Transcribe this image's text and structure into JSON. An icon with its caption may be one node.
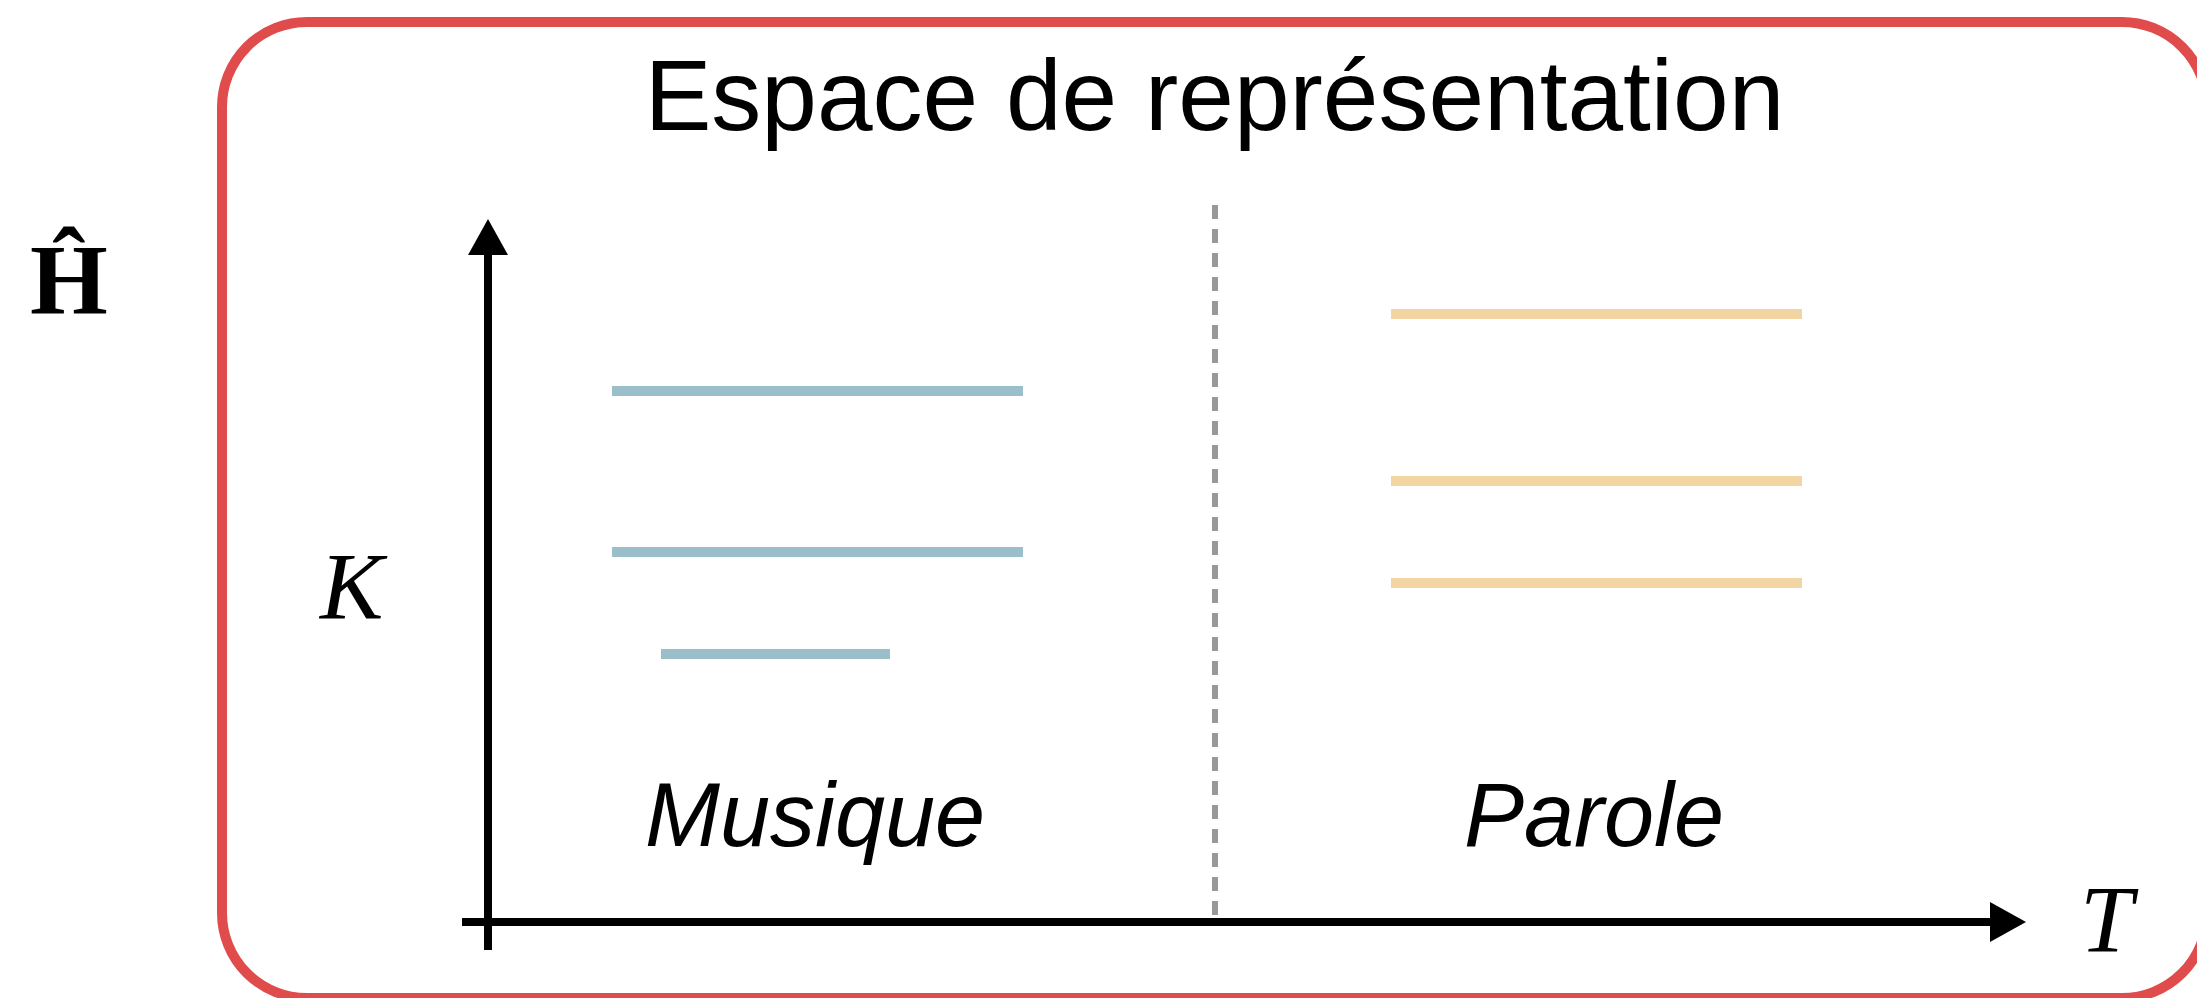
{
  "diagram": {
    "nodes": [
      {
        "text": [
          "Espace de représentation"
        ],
        "beside": [
          "Ĥ"
        ]
      }
    ],
    "labels": [
      "K",
      "Musique",
      "Parole",
      "T"
    ]
  }
}
